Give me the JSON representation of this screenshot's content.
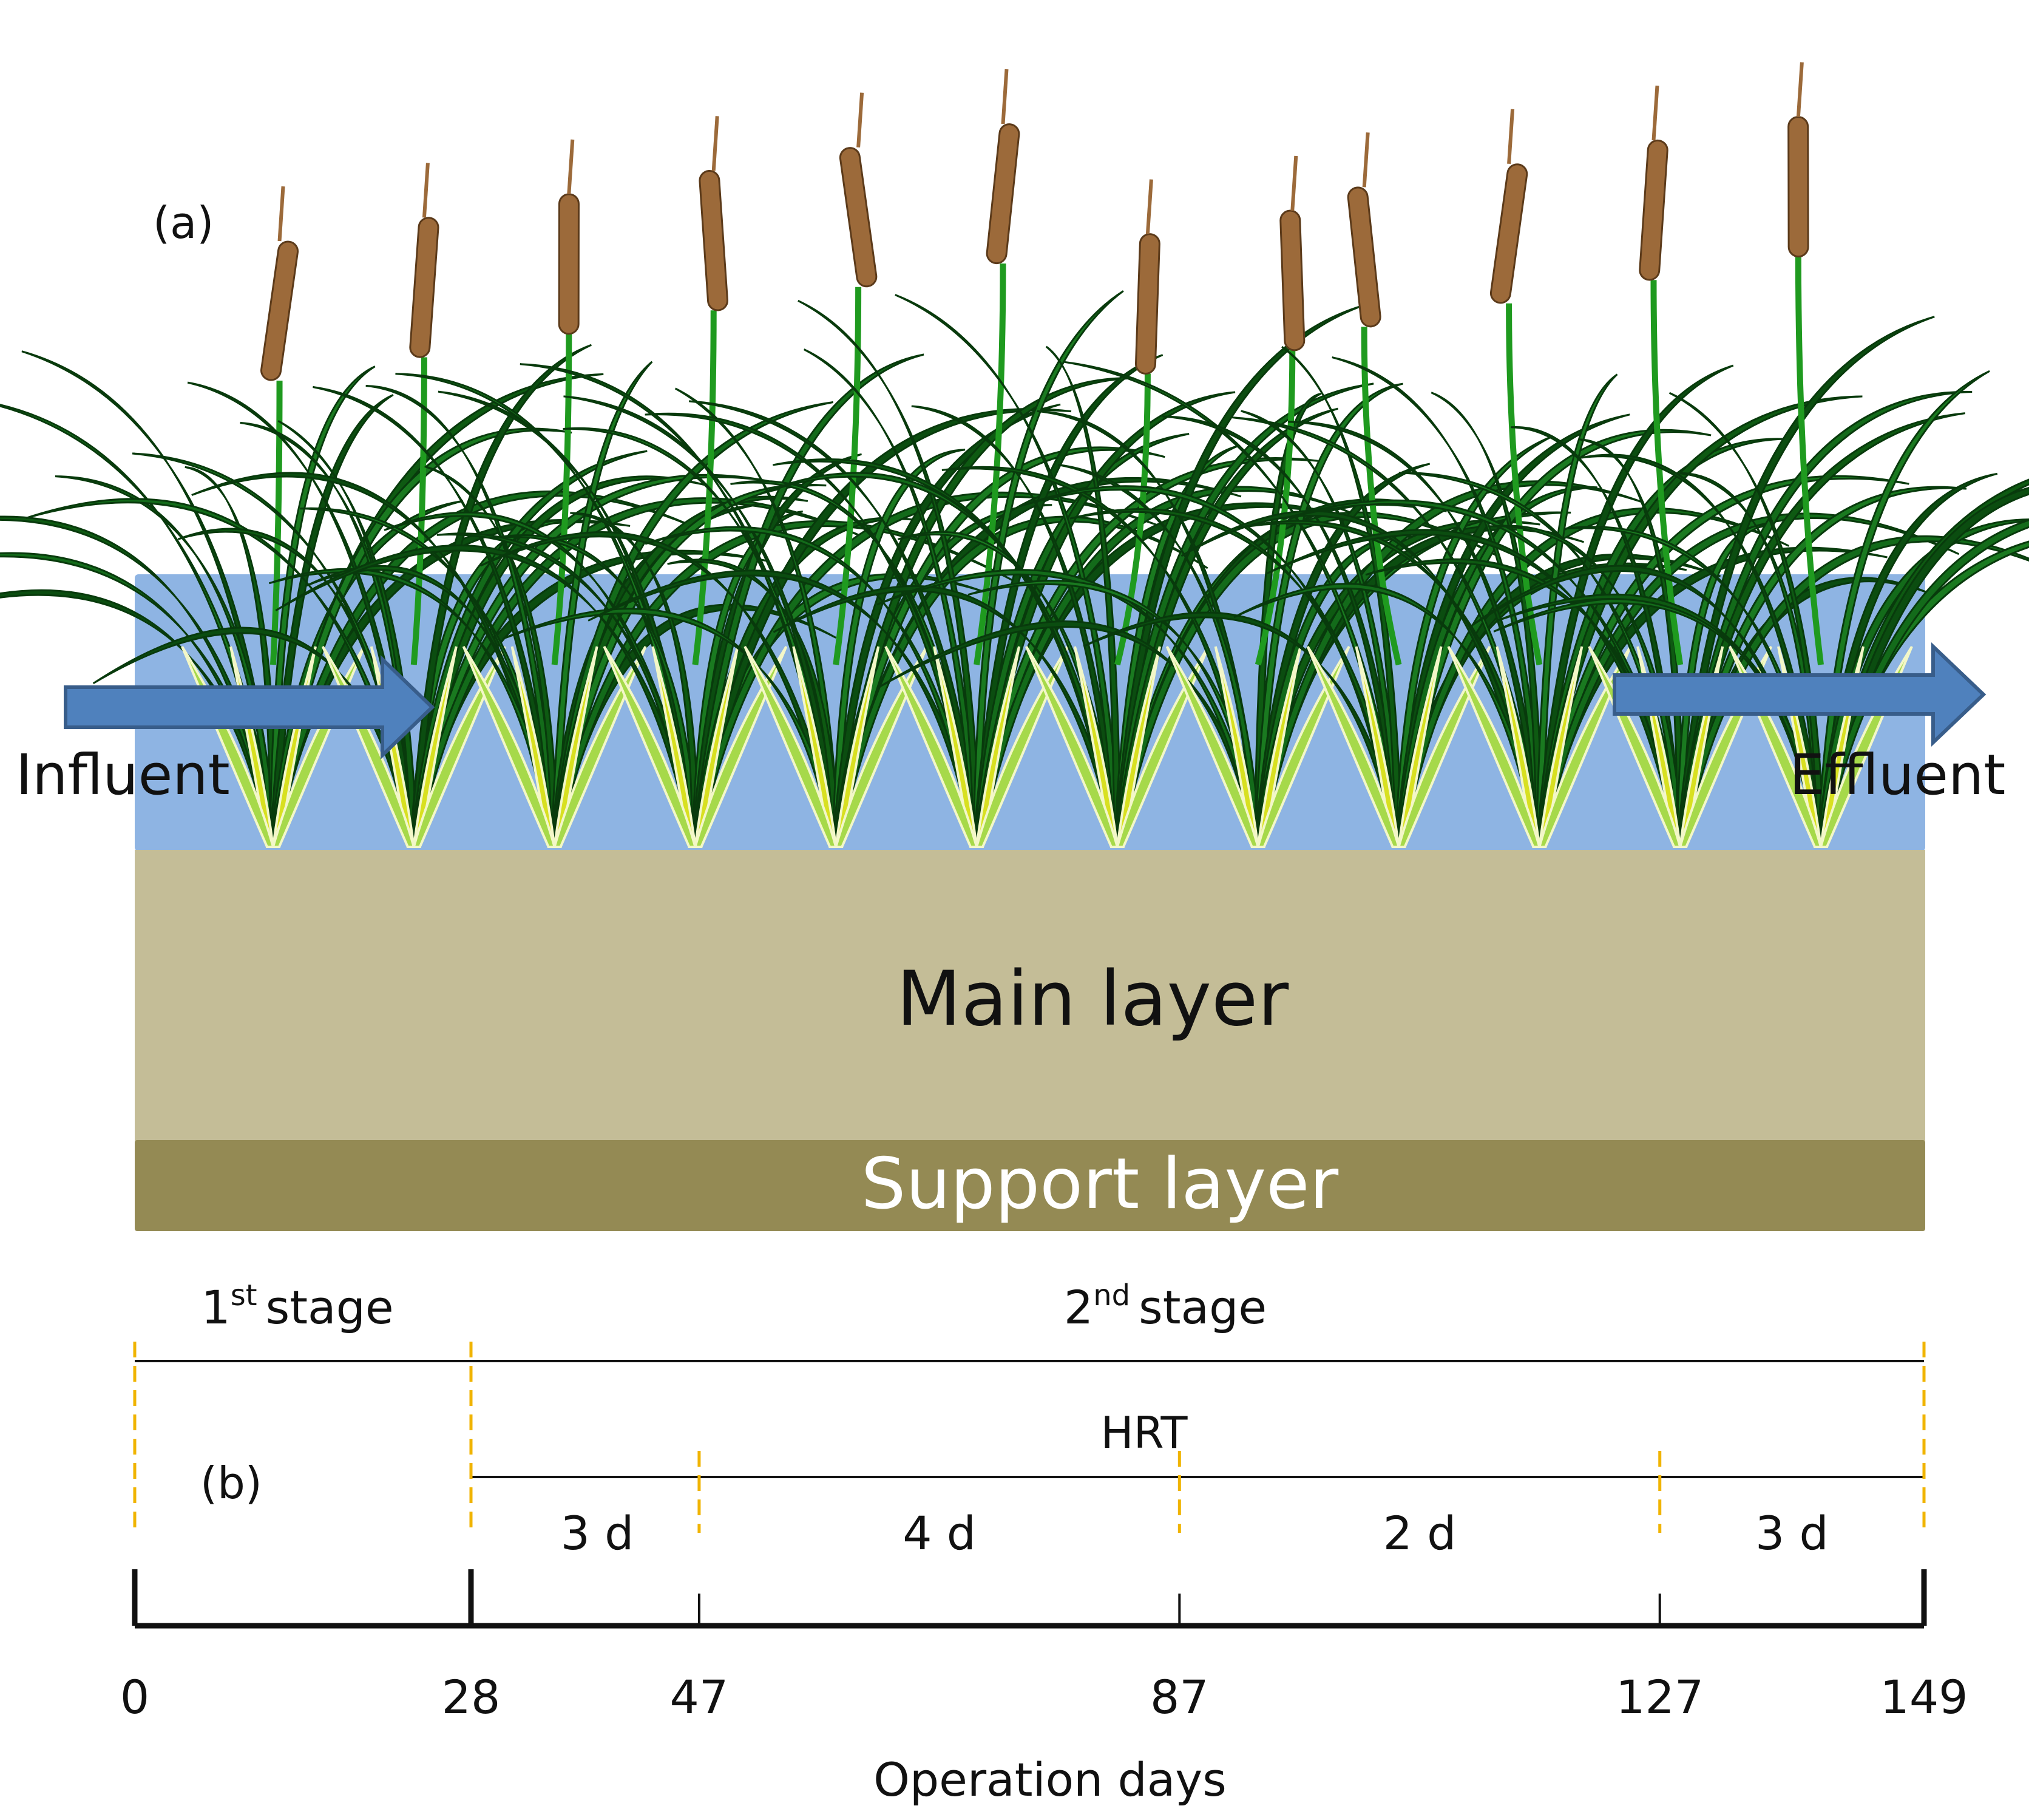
{
  "panel_a": {
    "label": "(a)",
    "influent_label": "Influent",
    "effluent_label": "Effluent",
    "main_layer_label": "Main layer",
    "support_layer_label": "Support layer",
    "colors": {
      "water": "#8eb4e3",
      "main_layer": "#c4bd97",
      "support_layer": "#948a54",
      "arrow_fill": "#4f81bd",
      "arrow_stroke": "#385d8a",
      "leaf_dark": "#0e5a12",
      "leaf_light": "#b8e05a",
      "cattail": "#9c6a3a"
    },
    "plant_count": 12
  },
  "panel_b": {
    "label": "(b)",
    "stage1_num": "1",
    "stage1_sup": "st",
    "stage1_word": "stage",
    "stage2_num": "2",
    "stage2_sup": "nd",
    "stage2_word": "stage",
    "hrt_label": "HRT",
    "hrt_segments": [
      "3 d",
      "4 d",
      "2 d",
      "3 d"
    ],
    "ticks": [
      "0",
      "28",
      "47",
      "87",
      "127",
      "149"
    ],
    "tick_values": [
      0,
      28,
      47,
      87,
      127,
      149
    ],
    "axis_label": "Operation days",
    "colors": {
      "dashed": "#f0b400"
    }
  }
}
